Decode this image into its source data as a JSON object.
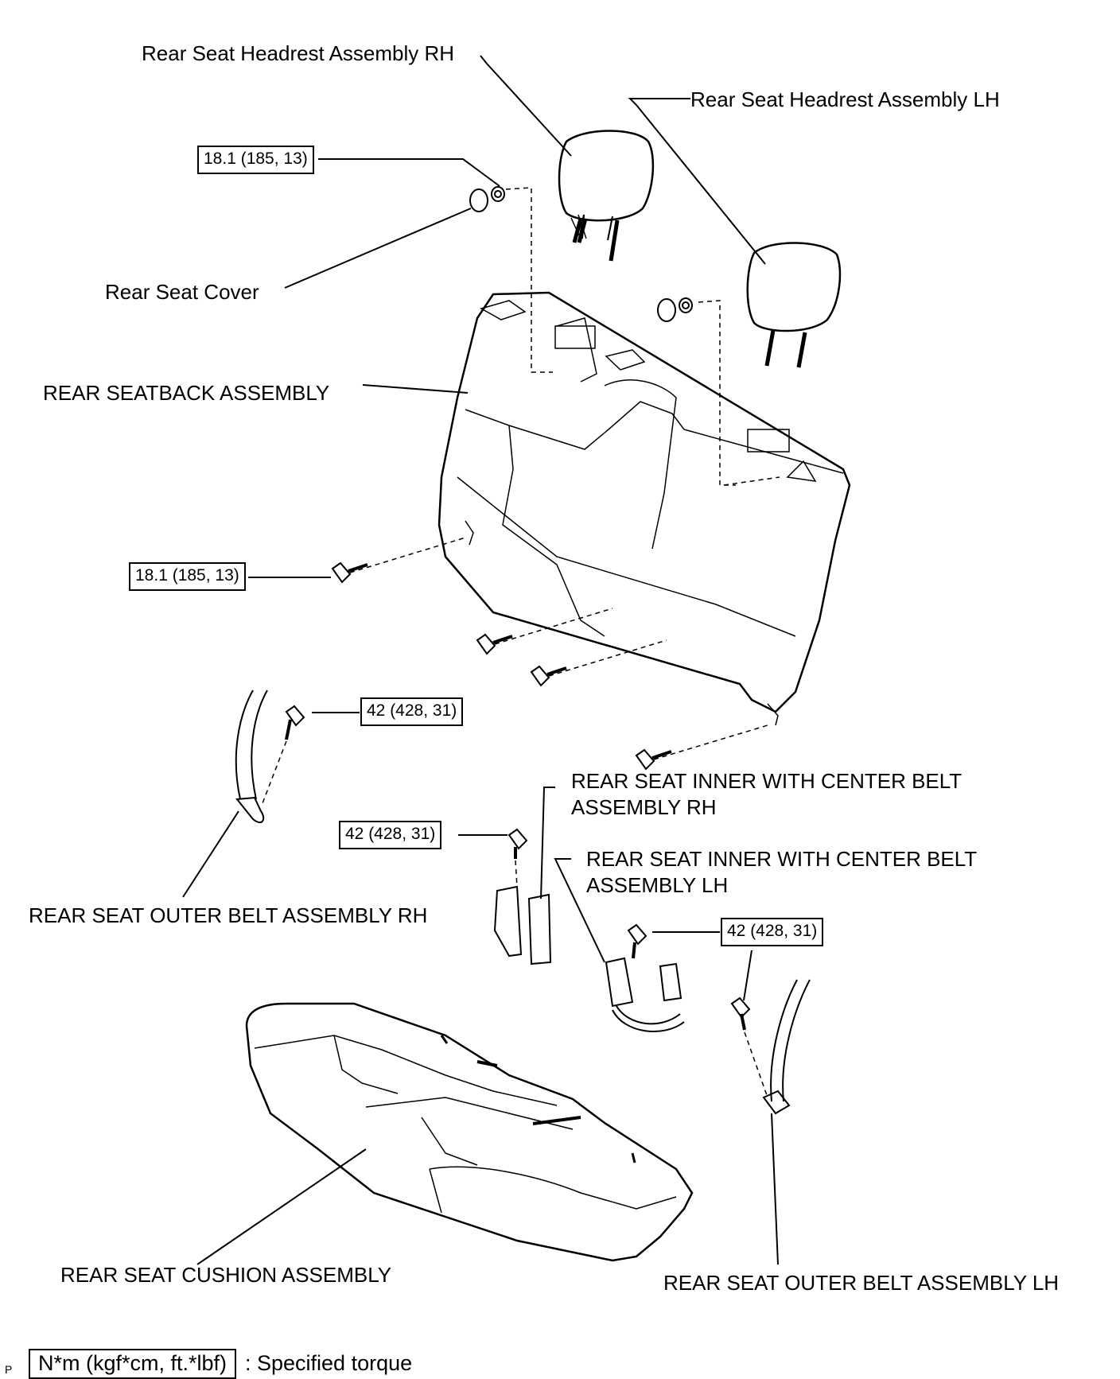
{
  "labels": {
    "headrest_rh": "Rear Seat Headrest Assembly RH",
    "headrest_lh": "Rear Seat Headrest Assembly LH",
    "seat_cover": "Rear Seat Cover",
    "seatback": "REAR SEATBACK ASSEMBLY",
    "inner_belt_rh_line1": "REAR SEAT INNER WITH CENTER BELT",
    "inner_belt_rh_line2": "ASSEMBLY RH",
    "inner_belt_lh_line1": "REAR SEAT INNER WITH CENTER BELT",
    "inner_belt_lh_line2": "ASSEMBLY LH",
    "outer_belt_rh": "REAR SEAT OUTER BELT ASSEMBLY RH",
    "outer_belt_lh": "REAR SEAT OUTER BELT ASSEMBLY LH",
    "cushion": "REAR SEAT CUSHION ASSEMBLY"
  },
  "torques": {
    "headrest_nut": "18.1 (185, 13)",
    "seatback_bolt": "18.1 (185, 13)",
    "outer_rh_bolt": "42 (428, 31)",
    "inner_rh_bolt": "42 (428, 31)",
    "inner_lh_bolt": "42 (428, 31)"
  },
  "legend": {
    "box": "N*m (kgf*cm, ft.*lbf)",
    "text": ": Specified torque"
  },
  "corner_mark": "P"
}
